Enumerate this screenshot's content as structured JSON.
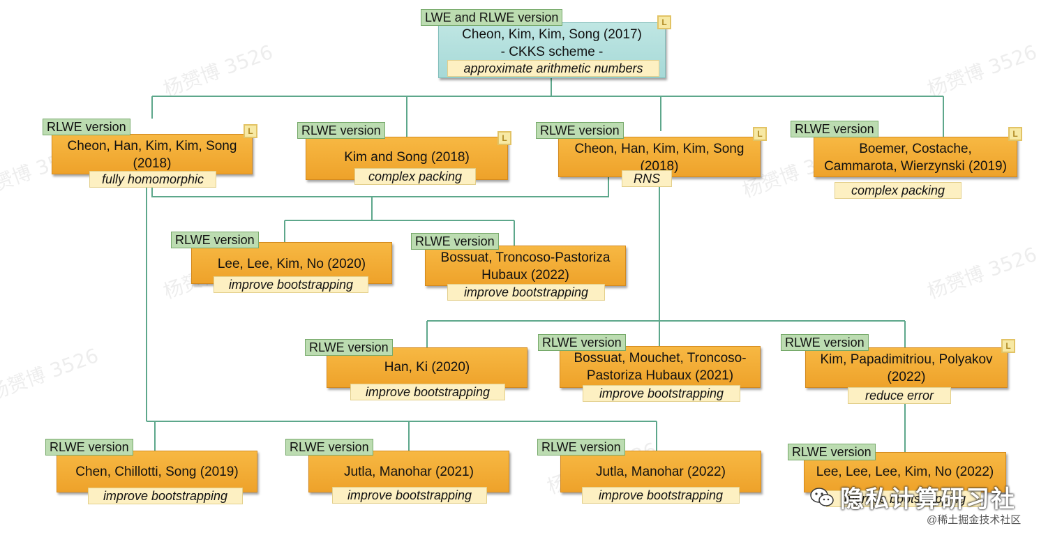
{
  "watermark_text": "杨赟博 3526",
  "root": {
    "tag": "LWE and RLWE version",
    "title": "Cheon, Kim, Kim, Song (2017)\n- CKKS scheme -",
    "note": "approximate arithmetic numbers"
  },
  "nodes": [
    {
      "id": "cheon-fhe",
      "tag": "RLWE version",
      "title": "Cheon, Han, Kim, Kim, Song\n(2018)",
      "note": "fully homomorphic",
      "flag": "L"
    },
    {
      "id": "kim-song",
      "tag": "RLWE version",
      "title": "Kim and Song (2018)",
      "note": "complex packing",
      "flag": "L"
    },
    {
      "id": "cheon-rns",
      "tag": "RLWE version",
      "title": "Cheon, Han, Kim, Kim, Song\n(2018)",
      "note": "RNS",
      "flag": "L"
    },
    {
      "id": "boemer",
      "tag": "RLWE version",
      "title": "Boemer, Costache,\nCammarota, Wierzynski (2019)",
      "note": "complex packing",
      "flag": "L"
    },
    {
      "id": "lee-2020",
      "tag": "RLWE version",
      "title": "Lee, Lee, Kim, No (2020)",
      "note": "improve bootstrapping"
    },
    {
      "id": "bossuat-2022",
      "tag": "RLWE version",
      "title": "Bossuat, Troncoso-Pastoriza\nHubaux (2022)",
      "note": "improve bootstrapping"
    },
    {
      "id": "han-ki",
      "tag": "RLWE version",
      "title": "Han, Ki (2020)",
      "note": "improve bootstrapping"
    },
    {
      "id": "bossuat-2021",
      "tag": "RLWE version",
      "title": "Bossuat, Mouchet, Troncoso-\nPastoriza Hubaux (2021)",
      "note": "improve bootstrapping"
    },
    {
      "id": "kim-papa",
      "tag": "RLWE version",
      "title": "Kim,  Papadimitriou, Polyakov\n(2022)",
      "note": "reduce error",
      "flag": "L"
    },
    {
      "id": "chen",
      "tag": "RLWE version",
      "title": "Chen, Chillotti, Song (2019)",
      "note": "improve bootstrapping"
    },
    {
      "id": "jutla-2021",
      "tag": "RLWE version",
      "title": "Jutla, Manohar  (2021)",
      "note": "improve bootstrapping"
    },
    {
      "id": "jutla-2022",
      "tag": "RLWE version",
      "title": "Jutla, Manohar  (2022)",
      "note": "improve bootstrapping"
    },
    {
      "id": "lee-2022",
      "tag": "RLWE version",
      "title": "Lee, Lee, Lee, Kim, No (2022)",
      "note": "improve bootstrapping"
    }
  ],
  "brand": {
    "name": "隐私计算研习社",
    "credit": "@稀土掘金技术社区"
  },
  "colors": {
    "line": "#5da78b",
    "paper": "#f3ad37",
    "root": "#b2dfdc",
    "tag": "#bcdcb1",
    "note": "#fdf0c2"
  }
}
